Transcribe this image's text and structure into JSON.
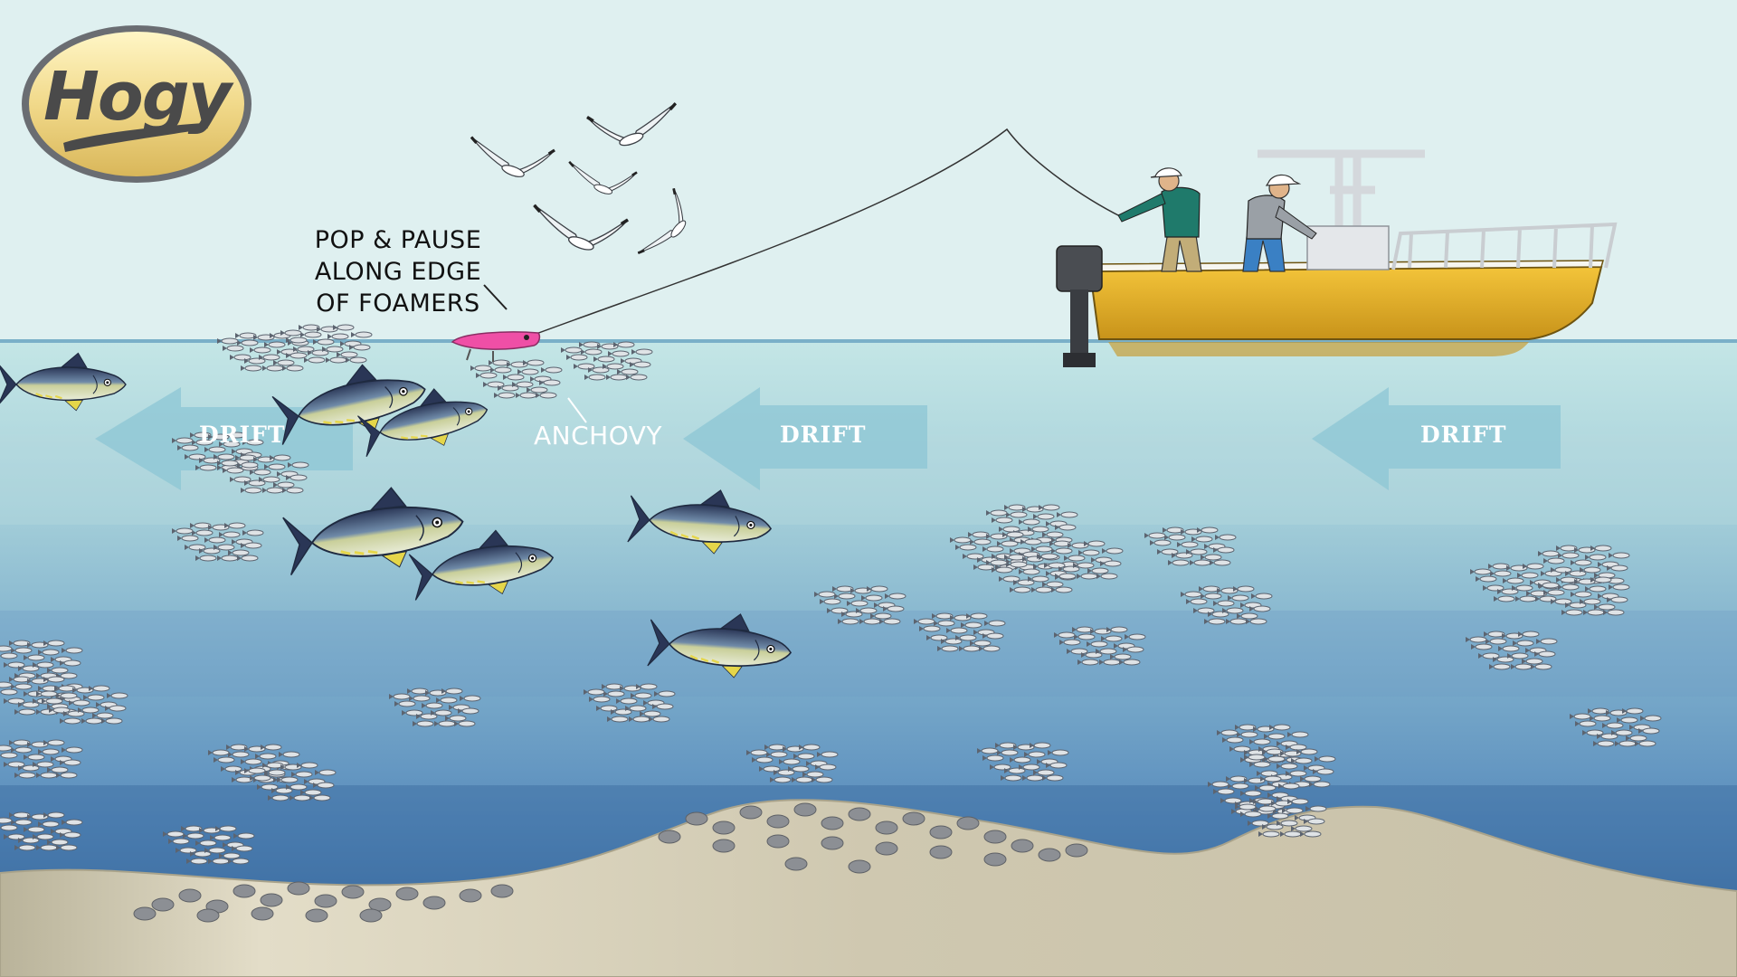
{
  "logo": {
    "text": "Hogy"
  },
  "labels": {
    "lure_tip": [
      "POP & PAUSE",
      "ALONG EDGE",
      "OF FOAMERS"
    ],
    "bait": "ANCHOVY",
    "drift": [
      "DRIFT",
      "DRIFT",
      "DRIFT"
    ]
  },
  "colors": {
    "sky": "#dff0f0",
    "water_top": "#bfe3e3",
    "water_bottom": "#3a6aa0",
    "sand": "#cdc6ae",
    "boat_hull": "#e8b321",
    "lure": "#ef4fa6",
    "tuna_back": "#2b3a5c",
    "drift_arrow": "#7fbfd0"
  }
}
